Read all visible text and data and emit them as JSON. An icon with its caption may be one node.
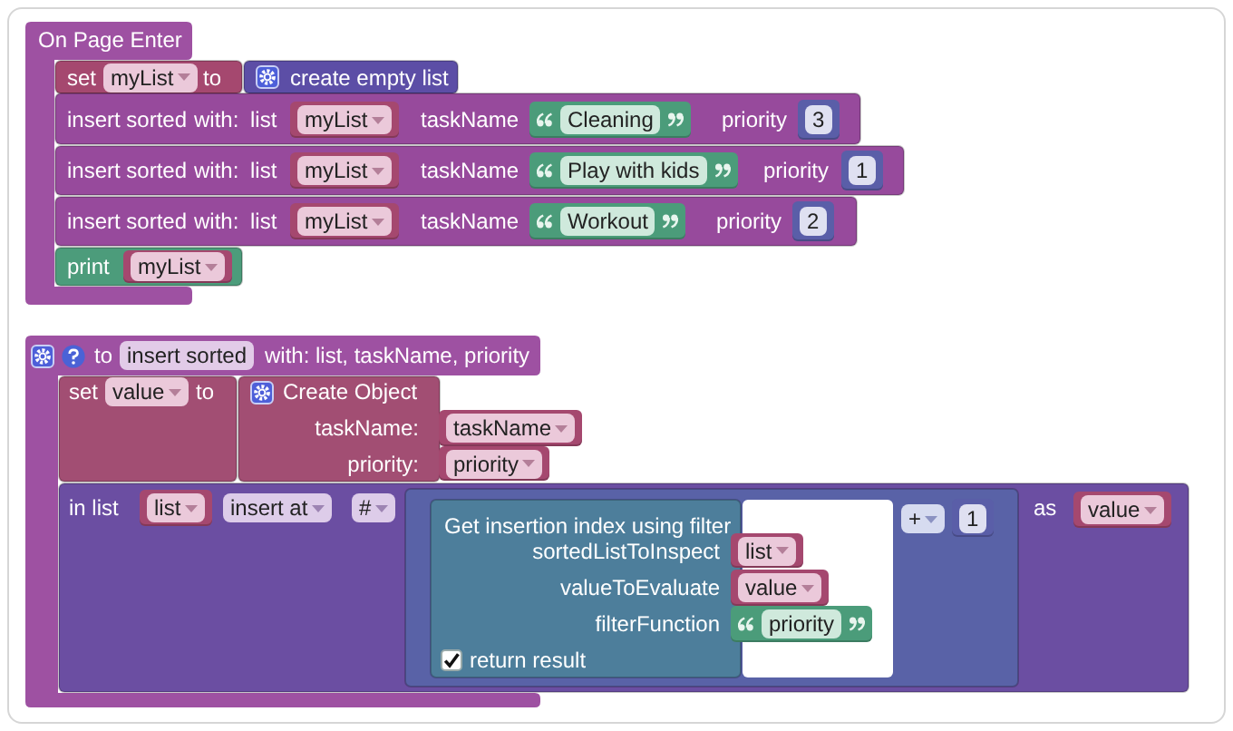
{
  "diagram": {
    "nodes": [
      {
        "text": [
          "On Page Enter"
        ]
      },
      {
        "text": [
          "set",
          "myList",
          "to"
        ]
      },
      {
        "text": [
          "create empty list"
        ]
      },
      {
        "text": [
          "insert sorted",
          "with:",
          "list",
          "taskName",
          "priority"
        ]
      },
      {
        "text": [
          "myList"
        ],
        "in": 3
      },
      {
        "text": [
          "Cleaning"
        ],
        "in": 3
      },
      {
        "text": [
          "3"
        ],
        "in": 3
      },
      {
        "text": [
          "insert sorted",
          "with:",
          "list",
          "taskName",
          "priority"
        ]
      },
      {
        "text": [
          "myList"
        ],
        "in": 7
      },
      {
        "text": [
          "Play with kids"
        ],
        "in": 7
      },
      {
        "text": [
          "1"
        ],
        "in": 7
      },
      {
        "text": [
          "insert sorted",
          "with:",
          "list",
          "taskName",
          "priority"
        ]
      },
      {
        "text": [
          "myList"
        ],
        "in": 11
      },
      {
        "text": [
          "Workout"
        ],
        "in": 11
      },
      {
        "text": [
          "2"
        ],
        "in": 11
      },
      {
        "text": [
          "print"
        ]
      },
      {
        "text": [
          "myList"
        ],
        "in": 15
      },
      {
        "text": [
          "to",
          "insert sorted",
          "with: list, taskName, priority"
        ]
      },
      {
        "text": [
          "set",
          "value",
          "to"
        ],
        "in": 17
      },
      {
        "text": [
          "Create Object",
          "taskName:",
          "priority:"
        ],
        "in": 17
      },
      {
        "text": [
          "taskName"
        ]
      },
      {
        "text": [
          "priority"
        ]
      },
      {
        "text": [
          "in list",
          "insert at",
          "#",
          "as"
        ]
      },
      {
        "text": [
          "list"
        ],
        "in": 22
      },
      {
        "text": [
          "+"
        ],
        "in": 22
      },
      {
        "text": [
          "Get insertion index using filter",
          "sortedListToInspect",
          "valueToEvaluate",
          "filterFunction",
          "return result"
        ],
        "in": 24
      },
      {
        "text": [
          "list"
        ],
        "in": 24
      },
      {
        "text": [
          "value"
        ],
        "in": 24
      },
      {
        "text": [
          "priority"
        ],
        "in": 24
      },
      {
        "text": [
          "1"
        ],
        "in": 24
      },
      {
        "text": [
          "value"
        ],
        "in": 22
      }
    ]
  }
}
